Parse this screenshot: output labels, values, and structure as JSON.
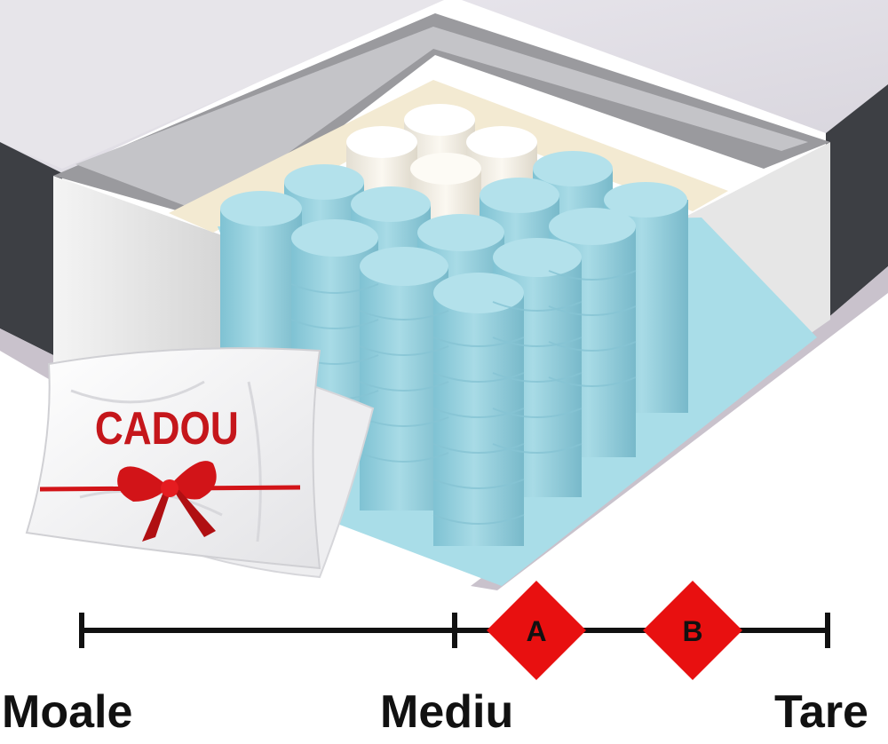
{
  "product_image": {
    "gift_label": "CADOU",
    "pillow_description": "white pillow with red ribbon bow",
    "mattress_description": "cutaway mattress with pocket springs"
  },
  "firmness_scale": {
    "labels": {
      "soft": "Moale",
      "medium": "Mediu",
      "hard": "Tare"
    },
    "markers": [
      {
        "label": "A",
        "position": 0.605
      },
      {
        "label": "B",
        "position": 0.815
      }
    ],
    "marker_color": "#e81010",
    "line_color": "#111111"
  },
  "colors": {
    "spring_blue": "#9fd6e2",
    "foam_cream": "#f3ead2",
    "fabric_dark": "#3d3f44",
    "ribbon_red": "#d21418"
  }
}
